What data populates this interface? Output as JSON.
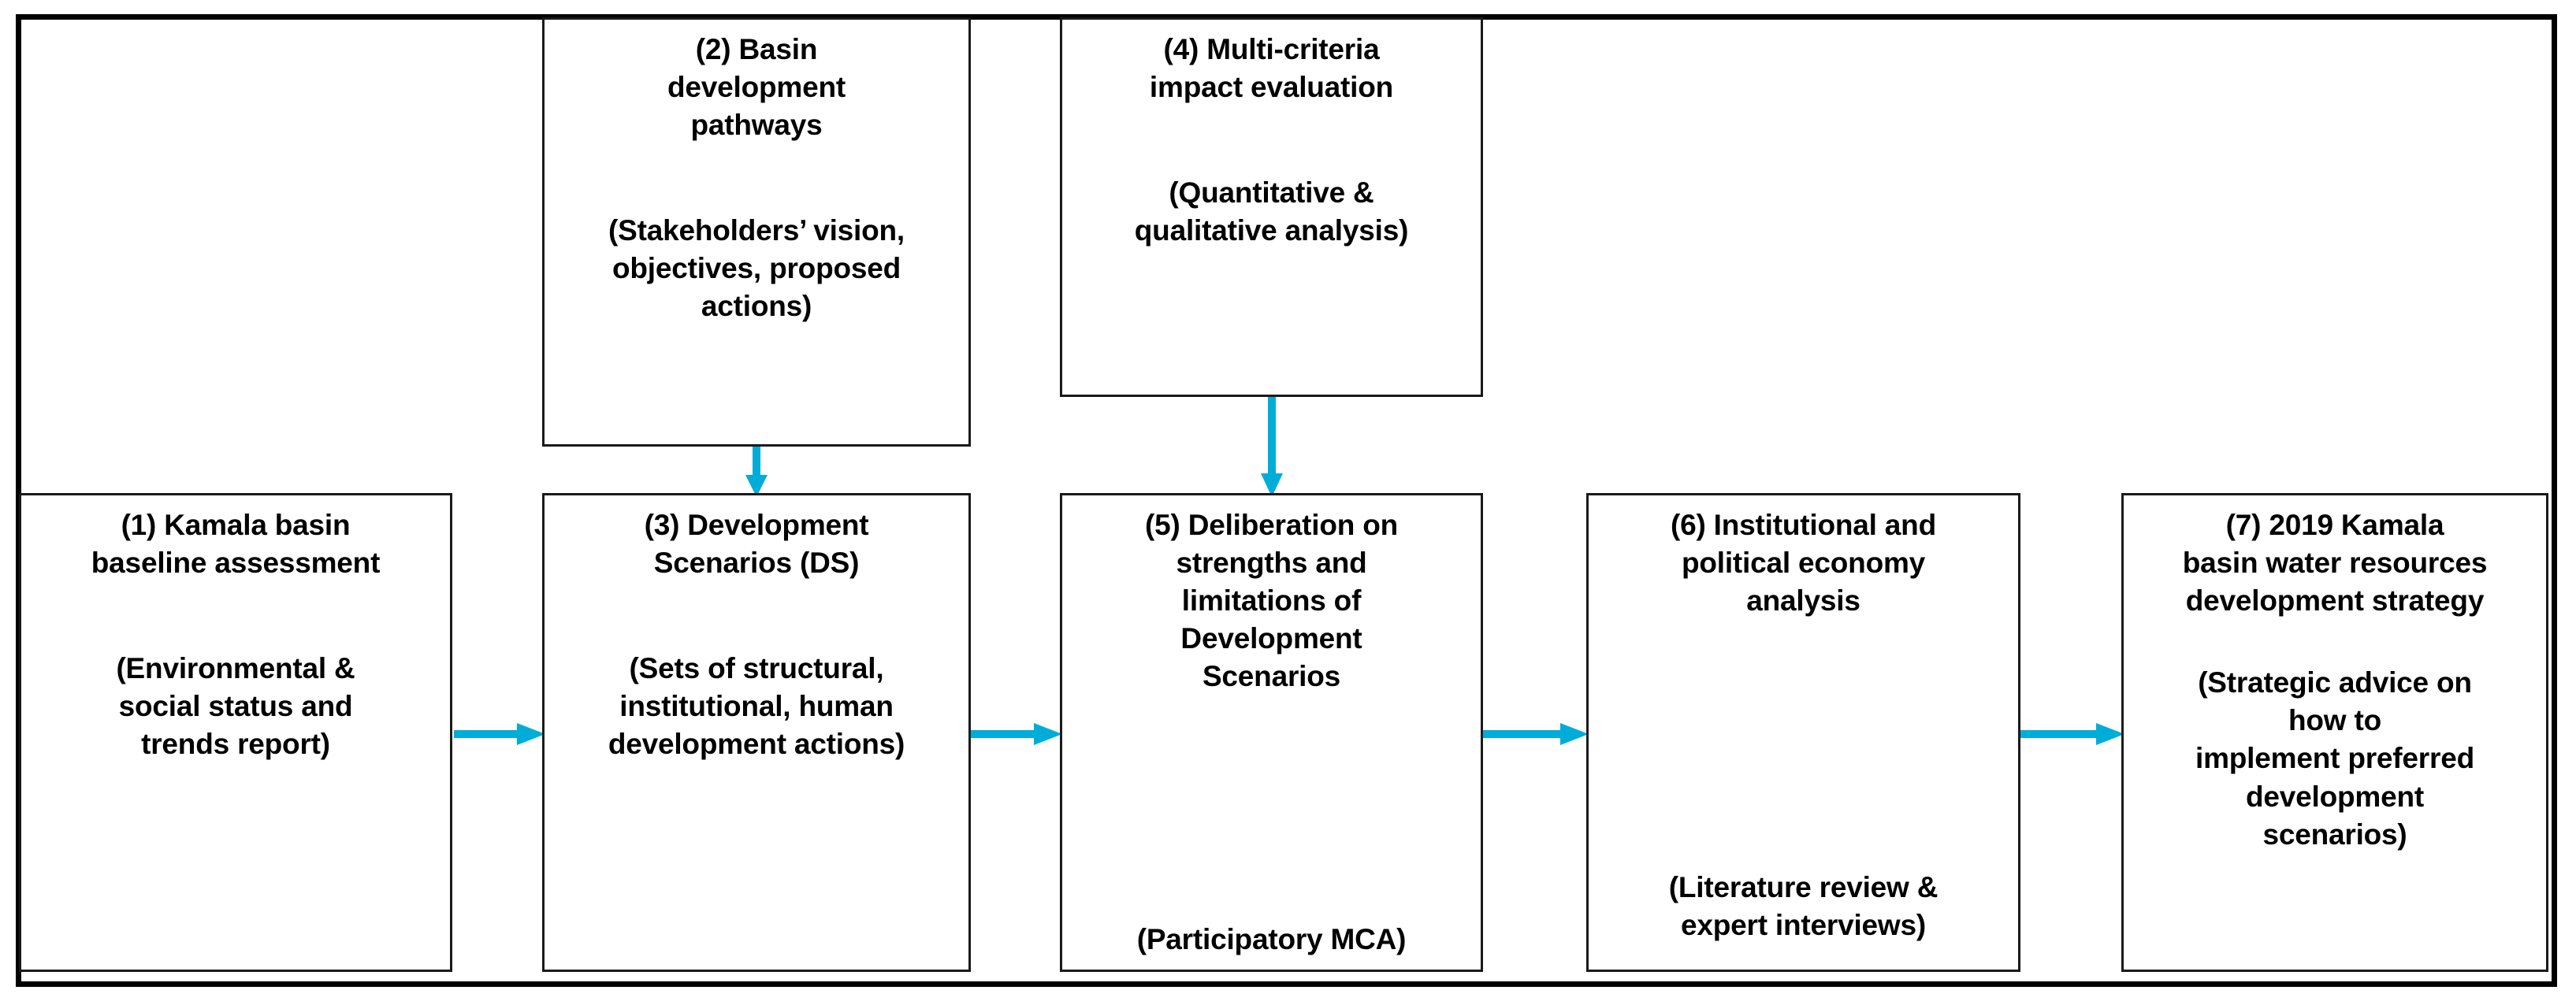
{
  "diagram": {
    "type": "flowchart",
    "orientation": "left-to-right",
    "accent_color": "#00ADD8",
    "box_border_color": "#1a1a1a",
    "frame_color": "#000000",
    "background_color": "#ffffff",
    "nodes": [
      {
        "id": "n1",
        "number": "(1)",
        "title": "(1) Kamala basin\nbaseline assessment",
        "subtitle": "(Environmental  &\nsocial status and\ntrends report)",
        "row": "bottom",
        "column": 1
      },
      {
        "id": "n2",
        "number": "(2)",
        "title": "(2) Basin\ndevelopment\npathways",
        "subtitle": "(Stakeholders’ vision,\nobjectives, proposed\nactions)",
        "row": "top",
        "column": 2
      },
      {
        "id": "n3",
        "number": "(3)",
        "title": "(3) Development\nScenarios (DS)",
        "subtitle": "(Sets of structural,\ninstitutional, human\ndevelopment actions)",
        "row": "bottom",
        "column": 2
      },
      {
        "id": "n4",
        "number": "(4)",
        "title": "(4) Multi-criteria\nimpact evaluation",
        "subtitle": "(Quantitative &\nqualitative analysis)",
        "row": "top",
        "column": 3
      },
      {
        "id": "n5",
        "number": "(5)",
        "title": "(5) Deliberation on\nstrengths and\nlimitations of\nDevelopment\nScenarios",
        "subtitle": "(Participatory MCA)",
        "row": "bottom",
        "column": 3
      },
      {
        "id": "n6",
        "number": "(6)",
        "title": "(6) Institutional and\npolitical economy\nanalysis",
        "subtitle": "(Literature review &\nexpert interviews)",
        "row": "bottom",
        "column": 4
      },
      {
        "id": "n7",
        "number": "(7)",
        "title": "(7) 2019 Kamala\nbasin water resources\ndevelopment strategy",
        "subtitle": "(Strategic advice on\nhow to\nimplement preferred\ndevelopment\nscenarios)",
        "row": "bottom",
        "column": 5
      }
    ],
    "edges": [
      {
        "id": "e1",
        "from": "n1",
        "to": "n3",
        "direction": "right"
      },
      {
        "id": "e2",
        "from": "n2",
        "to": "n3",
        "direction": "down"
      },
      {
        "id": "e3",
        "from": "n3",
        "to": "n5",
        "direction": "right"
      },
      {
        "id": "e4",
        "from": "n4",
        "to": "n5",
        "direction": "down"
      },
      {
        "id": "e5",
        "from": "n5",
        "to": "n6",
        "direction": "right"
      },
      {
        "id": "e6",
        "from": "n6",
        "to": "n7",
        "direction": "right"
      }
    ]
  }
}
